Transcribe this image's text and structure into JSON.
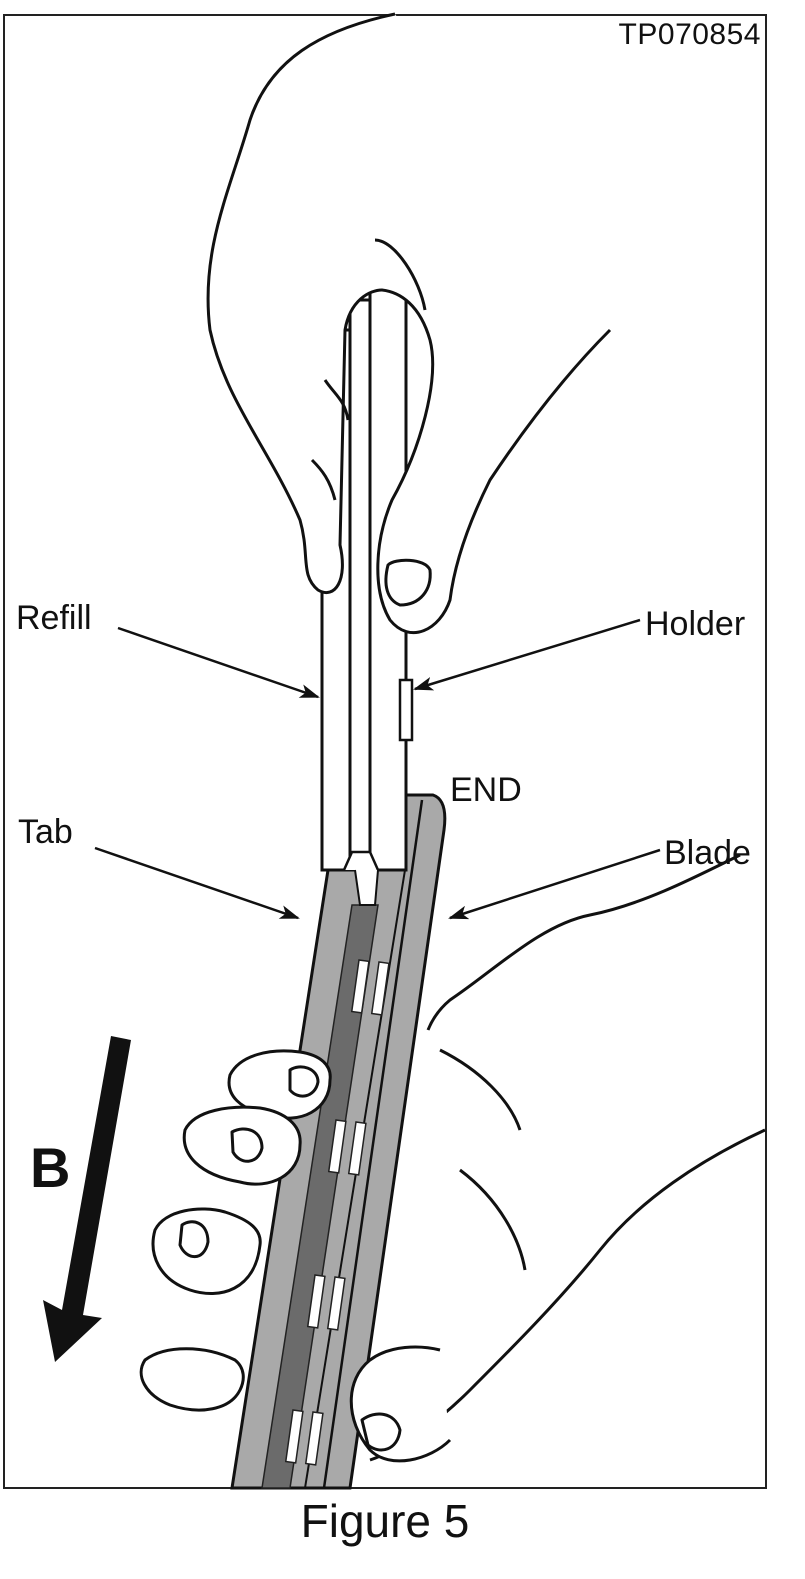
{
  "figure": {
    "ref_code": "TP070854",
    "caption": "Figure 5",
    "labels": {
      "refill": "Refill",
      "holder": "Holder",
      "tab": "Tab",
      "end": "END",
      "blade": "Blade",
      "direction": "B"
    },
    "colors": {
      "line": "#111111",
      "blade_light": "#a9a9a9",
      "blade_dark": "#6b6b6b",
      "background": "#ffffff"
    },
    "icons": [
      "hand-illustration",
      "wiper-blade-illustration",
      "direction-arrow-icon"
    ]
  }
}
